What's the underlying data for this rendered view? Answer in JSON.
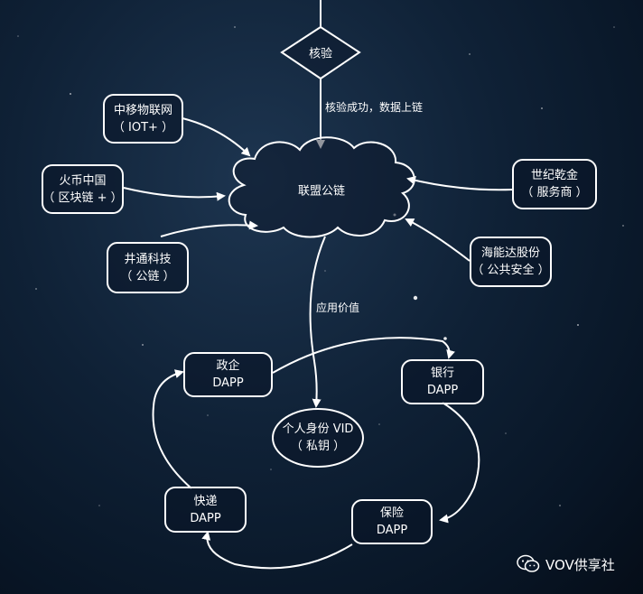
{
  "verify": {
    "label": "核验"
  },
  "edges": {
    "verify_to_chain": "核验成功，数据上链",
    "chain_to_value": "应用价值"
  },
  "chain": {
    "label": "联盟公链"
  },
  "partners": [
    {
      "line1": "中移物联网",
      "line2": "（ IOT+ ）"
    },
    {
      "line1": "火币中国",
      "line2": "（ 区块链 + ）"
    },
    {
      "line1": "井通科技",
      "line2": "（ 公链 ）"
    },
    {
      "line1": "世纪乾金",
      "line2": "（ 服务商 ）"
    },
    {
      "line1": "海能达股份",
      "line2": "（ 公共安全 ）"
    }
  ],
  "identity": {
    "line1": "个人身份 VID",
    "line2": "（ 私钥 ）"
  },
  "dapps": [
    {
      "line1": "政企",
      "line2": "DAPP"
    },
    {
      "line1": "银行",
      "line2": "DAPP"
    },
    {
      "line1": "保险",
      "line2": "DAPP"
    },
    {
      "line1": "快递",
      "line2": "DAPP"
    }
  ],
  "watermark": {
    "text": "VOV供享社"
  },
  "colors": {
    "background": "#0f2136",
    "stroke": "#ffffff"
  }
}
